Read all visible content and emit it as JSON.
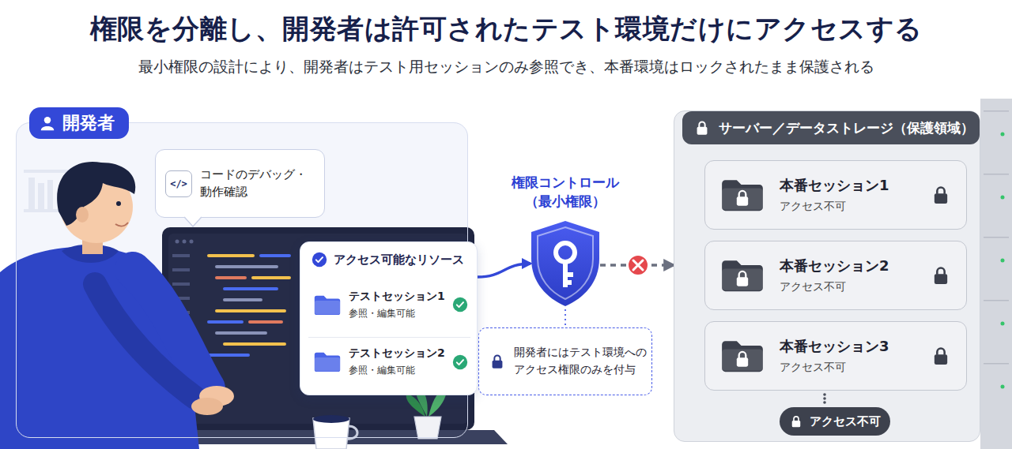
{
  "diagram": {
    "title": "権限を分離し、開発者は許可されたテスト環境だけにアクセスする",
    "caption": "最小権限の設計により、開発者はテスト用セッションのみ参照でき、本番環境はロックされたまま保護される",
    "nodes": [
      {
        "text": [
          "開発者"
        ]
      },
      {
        "text": [
          "コードのデバッグ・ 動作確認"
        ],
        "in": 0
      },
      {
        "text": [
          "アクセス可能なリソース"
        ],
        "in": 0
      },
      {
        "text": [
          "テストセッション1",
          "参照・編集可能"
        ],
        "in": 2
      },
      {
        "text": [
          "テストセッション2",
          "参照・編集可能"
        ],
        "in": 2
      },
      {
        "text": [
          "権限コントロール （最小権限）"
        ]
      },
      {
        "text": [
          "開発者にはテスト環境への アクセス権限のみを付与"
        ]
      },
      {
        "text": [
          "サーバー／データストレージ（保護領域）"
        ]
      },
      {
        "text": [
          "本番セッション1",
          "アクセス不可"
        ],
        "in": 7
      },
      {
        "text": [
          "本番セッション2",
          "アクセス不可"
        ],
        "in": 7
      },
      {
        "text": [
          "本番セッション3",
          "アクセス不可"
        ],
        "in": 7
      },
      {
        "text": [
          "アクセス不可"
        ],
        "in": 7
      }
    ],
    "edges": [
      {
        "from": 2,
        "to": 5,
        "arrow": "to"
      },
      {
        "from": 5,
        "to": 7,
        "arrow": "to"
      },
      {
        "from": 5,
        "to": 6,
        "arrow": "none"
      }
    ],
    "labels": [
      "</>"
    ]
  }
}
